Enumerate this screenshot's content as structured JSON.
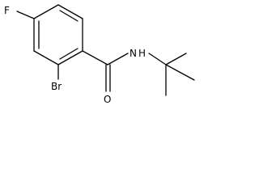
{
  "molecule": {
    "atoms": {
      "fluorine": "F",
      "bromine": "Br",
      "oxygen": "O",
      "amide_nh": "N",
      "amide_h": "H"
    }
  }
}
